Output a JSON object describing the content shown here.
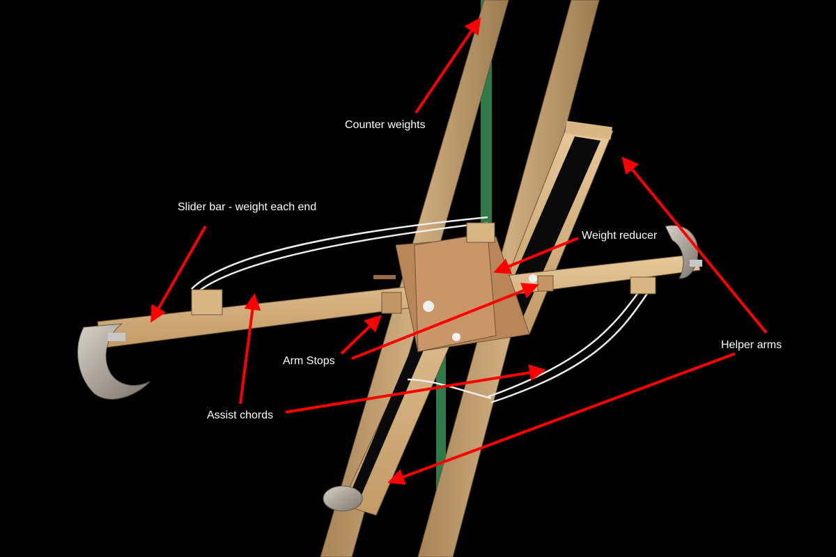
{
  "labels": {
    "counter_weights": "Counter weights",
    "slider_bar": "Slider bar - weight each end",
    "weight_reducer": "Weight reducer",
    "arm_stops": "Arm Stops",
    "helper_arms": "Helper arms",
    "assist_chords": "Assist chords"
  },
  "colors": {
    "background": "#000000",
    "wood": "#c8a472",
    "arrow": "#ff0000",
    "label_text": "#ffffff",
    "post": "#2f7a4a"
  }
}
